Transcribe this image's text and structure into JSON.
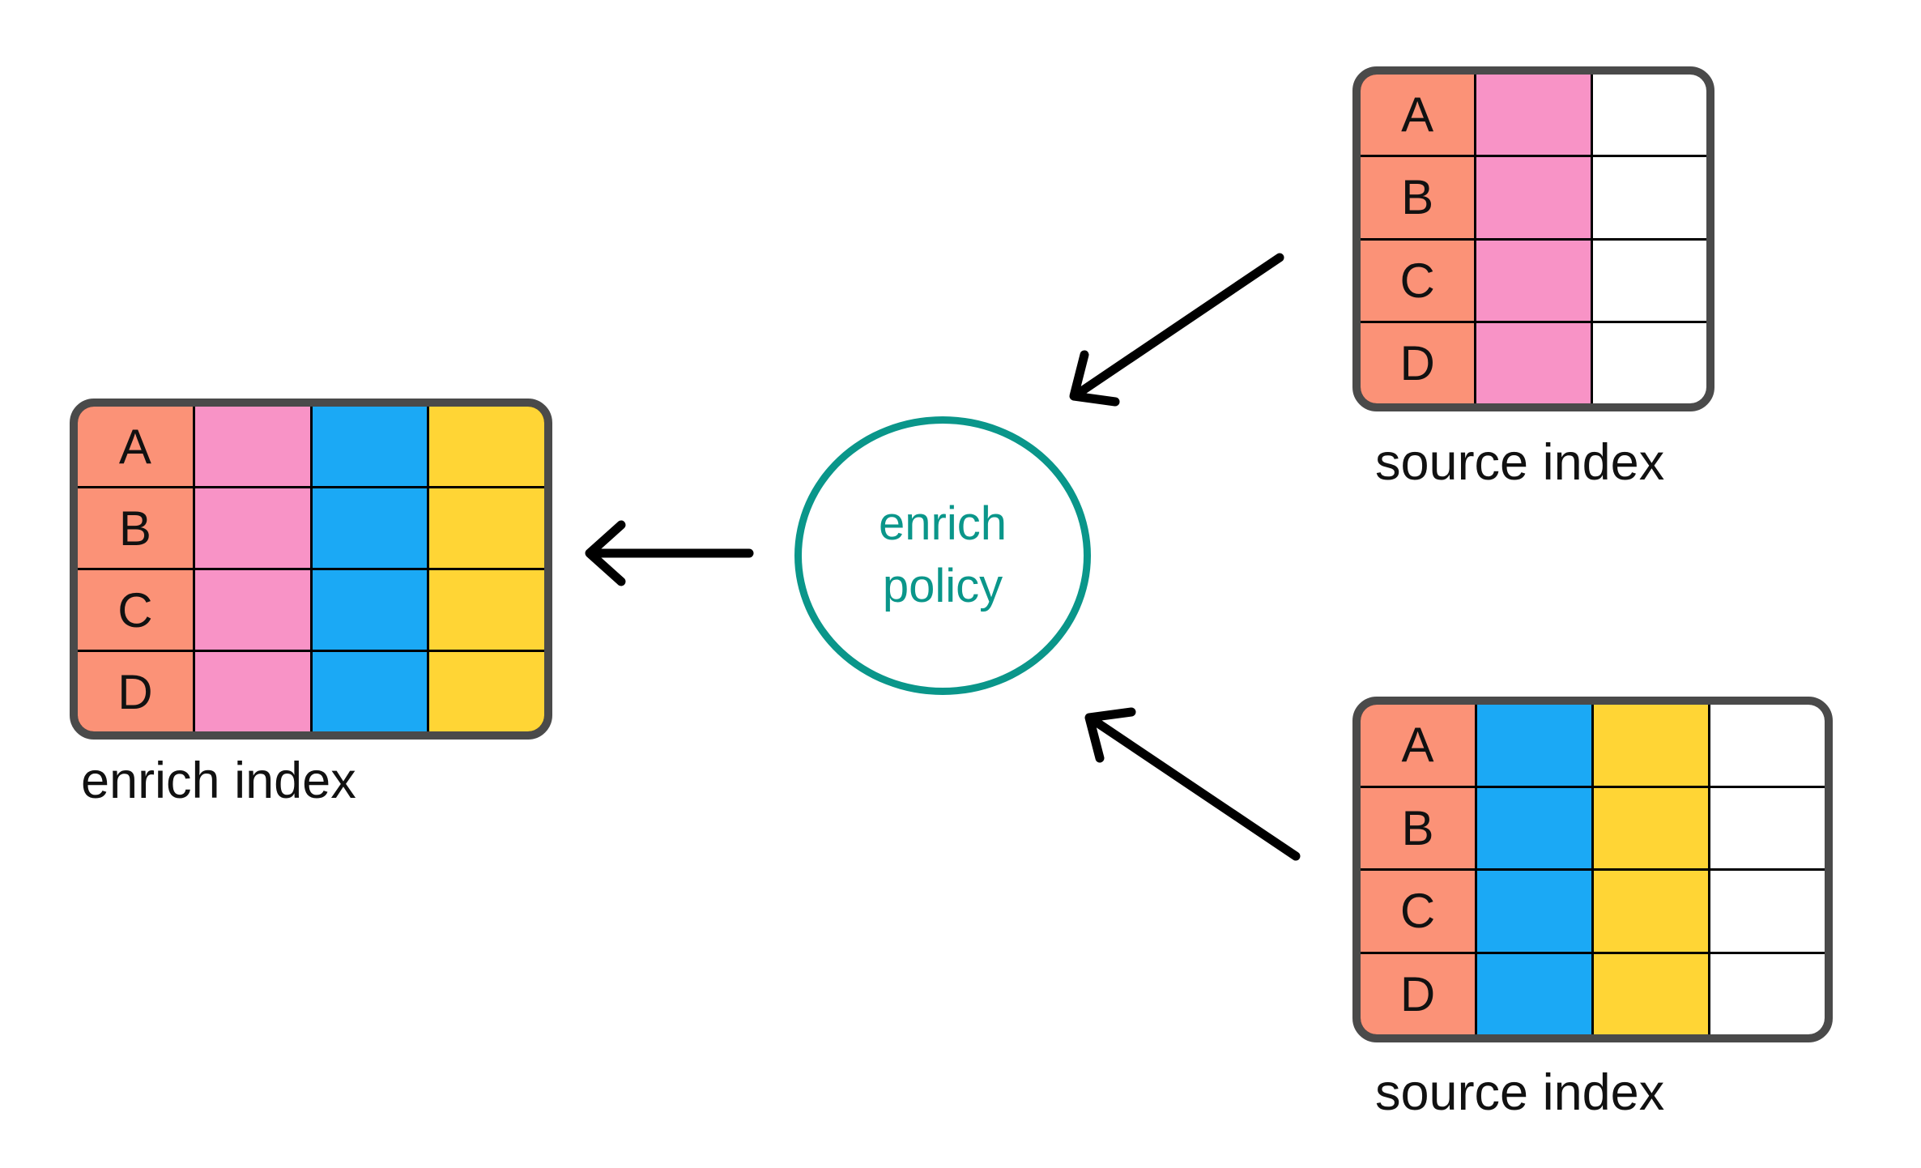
{
  "palette": {
    "salmon": "#FB9277",
    "pink": "#F893C6",
    "blue": "#1BA9F5",
    "yellow": "#FFD535",
    "teal": "#0A968A",
    "border_gray": "#4A4A4A",
    "grid_black": "#000000",
    "arrow_black": "#000000",
    "white": "#FFFFFF"
  },
  "policy_node": {
    "label_line1": "enrich",
    "label_line2": "policy"
  },
  "tables": {
    "source_top": {
      "label": "source index",
      "rows": [
        "A",
        "B",
        "C",
        "D"
      ],
      "columns": [
        {
          "name": "key-column",
          "color": "salmon",
          "shows_row_letters": true
        },
        {
          "name": "pink-field-column",
          "color": "pink"
        },
        {
          "name": "empty-column",
          "color": "white"
        }
      ]
    },
    "source_bottom": {
      "label": "source index",
      "rows": [
        "A",
        "B",
        "C",
        "D"
      ],
      "columns": [
        {
          "name": "key-column",
          "color": "salmon",
          "shows_row_letters": true
        },
        {
          "name": "blue-field-column",
          "color": "blue"
        },
        {
          "name": "yellow-field-column",
          "color": "yellow"
        },
        {
          "name": "empty-column",
          "color": "white"
        }
      ]
    },
    "enrich_index": {
      "label": "enrich index",
      "rows": [
        "A",
        "B",
        "C",
        "D"
      ],
      "columns": [
        {
          "name": "key-column",
          "color": "salmon",
          "shows_row_letters": true
        },
        {
          "name": "pink-field-column",
          "color": "pink"
        },
        {
          "name": "blue-field-column",
          "color": "blue"
        },
        {
          "name": "yellow-field-column",
          "color": "yellow"
        }
      ]
    }
  }
}
